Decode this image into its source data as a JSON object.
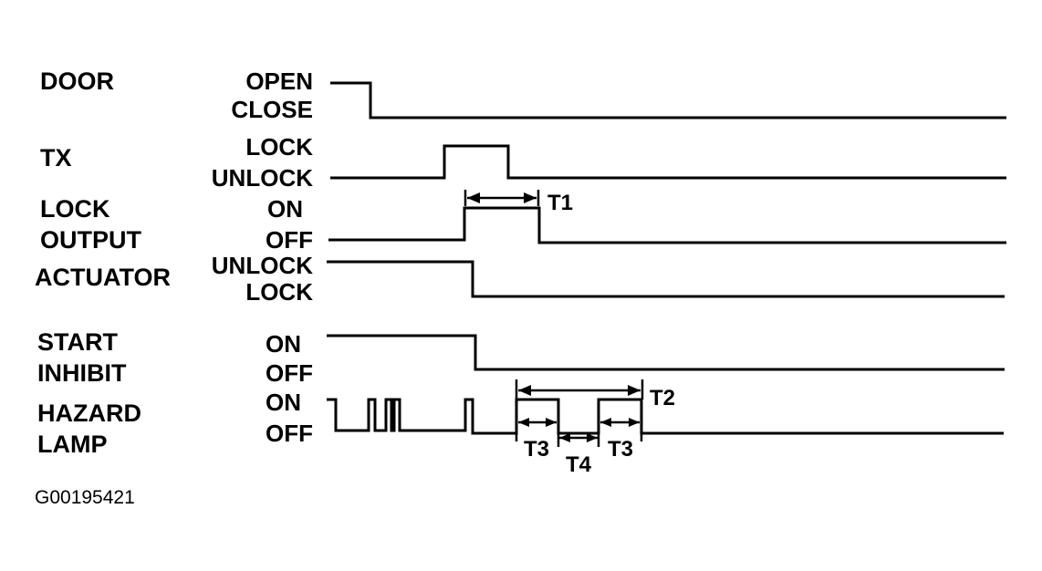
{
  "signals": [
    {
      "id": "door",
      "name_lines": [
        "DOOR"
      ],
      "states": [
        "OPEN",
        "CLOSE"
      ]
    },
    {
      "id": "tx",
      "name_lines": [
        "TX"
      ],
      "states": [
        "LOCK",
        "UNLOCK"
      ]
    },
    {
      "id": "lock-output",
      "name_lines": [
        "LOCK",
        "OUTPUT"
      ],
      "states": [
        "ON",
        "OFF"
      ]
    },
    {
      "id": "actuator",
      "name_lines": [
        "ACTUATOR"
      ],
      "states": [
        "UNLOCK",
        "LOCK"
      ]
    },
    {
      "id": "start-inhibit",
      "name_lines": [
        "START",
        "INHIBIT"
      ],
      "states": [
        "ON",
        "OFF"
      ]
    },
    {
      "id": "hazard-lamp",
      "name_lines": [
        "HAZARD",
        "LAMP"
      ],
      "states": [
        "ON",
        "OFF"
      ]
    }
  ],
  "timing_labels": {
    "t1": "T1",
    "t2": "T2",
    "t3a": "T3",
    "t3b": "T3",
    "t4": "T4"
  },
  "figure_id": "G00195421"
}
